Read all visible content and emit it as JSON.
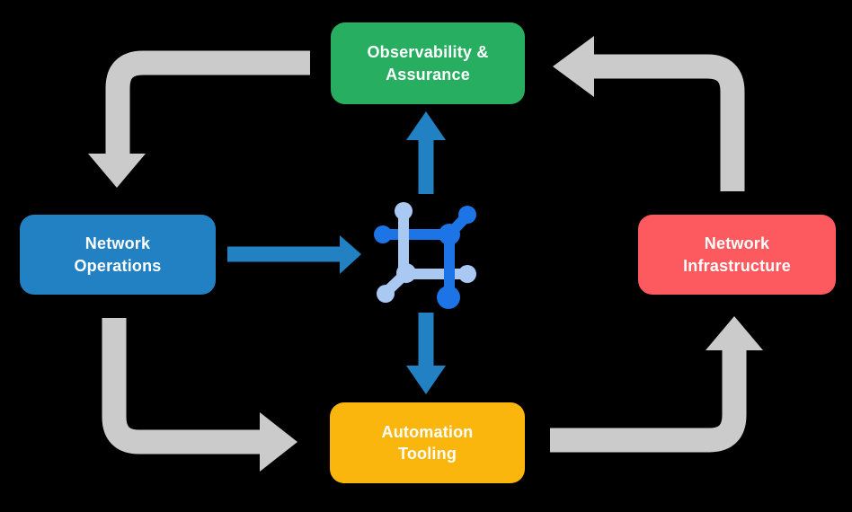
{
  "nodes": {
    "observability_assurance": {
      "lines": [
        "Observability &",
        "Assurance"
      ],
      "color": "#27AE60"
    },
    "network_operations": {
      "lines": [
        "Network",
        "Operations"
      ],
      "color": "#2281C2"
    },
    "network_infrastructure": {
      "lines": [
        "Network",
        "Infrastructure"
      ],
      "color": "#FC5A5F"
    },
    "automation_tooling": {
      "lines": [
        "Automation",
        "Tooling"
      ],
      "color": "#FBB60D"
    }
  },
  "center_icon": {
    "name": "network-mesh-icon",
    "primary_color": "#1C74E6",
    "secondary_color": "#A9C8F2"
  },
  "flows": [
    {
      "from": "observability_assurance",
      "to": "network_operations",
      "style": "gray-elbow-arrow"
    },
    {
      "from": "network_operations",
      "to": "automation_tooling",
      "style": "gray-elbow-arrow"
    },
    {
      "from": "automation_tooling",
      "to": "network_infrastructure",
      "style": "gray-elbow-arrow"
    },
    {
      "from": "network_infrastructure",
      "to": "observability_assurance",
      "style": "gray-elbow-arrow"
    },
    {
      "from": "network_operations",
      "to": "center_icon",
      "style": "blue-straight-arrow"
    },
    {
      "from": "center_icon",
      "to": "observability_assurance",
      "style": "blue-straight-arrow"
    },
    {
      "from": "center_icon",
      "to": "automation_tooling",
      "style": "blue-straight-arrow"
    }
  ],
  "colors": {
    "background": "#000000",
    "text": "#FFFFFF",
    "node-green": "#27AE60",
    "node-blue": "#2281C2",
    "node-red": "#FC5A5F",
    "node-yellow": "#FBB60D",
    "arrow-gray": "#CBCBCB",
    "arrow-blue": "#2281C2",
    "icon-dark-blue": "#1C74E6",
    "icon-light-blue": "#A9C8F2"
  }
}
